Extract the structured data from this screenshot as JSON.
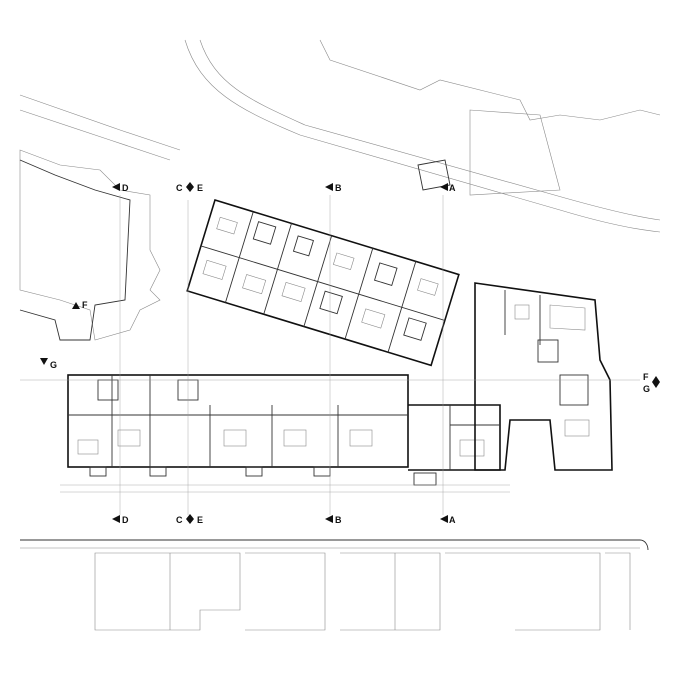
{
  "section_markers": {
    "top": [
      {
        "id": "D",
        "text": "D"
      },
      {
        "id": "C",
        "text": "C"
      },
      {
        "id": "E",
        "text": "E"
      },
      {
        "id": "B",
        "text": "B"
      },
      {
        "id": "A",
        "text": "A"
      }
    ],
    "bottom": [
      {
        "id": "D",
        "text": "D"
      },
      {
        "id": "C",
        "text": "C"
      },
      {
        "id": "E",
        "text": "E"
      },
      {
        "id": "B",
        "text": "B"
      },
      {
        "id": "A",
        "text": "A"
      }
    ],
    "left": [
      {
        "id": "F",
        "text": "F"
      },
      {
        "id": "G",
        "text": "G"
      }
    ],
    "right": [
      {
        "id": "F",
        "text": "F"
      },
      {
        "id": "G",
        "text": "G"
      }
    ]
  }
}
